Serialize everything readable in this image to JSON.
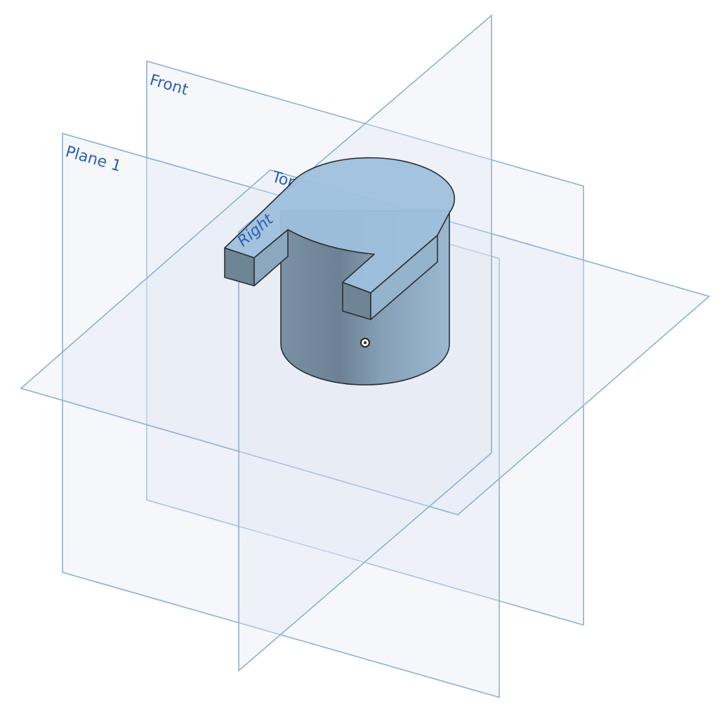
{
  "viewport": {
    "planes": [
      {
        "name": "Front"
      },
      {
        "name": "Plane 1"
      },
      {
        "name": "Top"
      },
      {
        "name": "Right"
      }
    ]
  },
  "colors": {
    "plane_edge": "#8fb0d4",
    "plane_label": "#2f5fb3",
    "part_face": "#9ec0dc",
    "part_side": "#7f98ac"
  }
}
